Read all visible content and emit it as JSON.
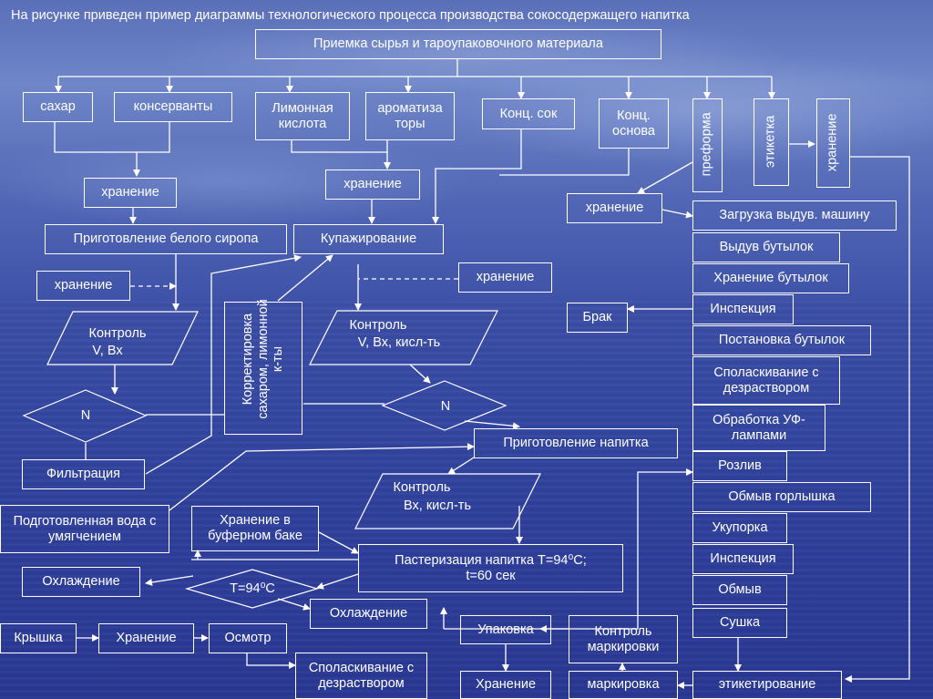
{
  "title": "На рисунке приведен пример диаграммы технологического процесса производства сокосодержащего напитка",
  "nodes": {
    "priemka": "Приемка сырья и тароупаковочного материала",
    "sahar": "сахар",
    "konservanty": "консерванты",
    "limonnaya": "Лимонная кислота",
    "aromatizatory": "ароматиза торы",
    "konc_sok": "Конц. сок",
    "konc_osnova": "Конц. основа",
    "preforma": "преформа",
    "etiketka": "этикетка",
    "hranenie_top_right": "хранение",
    "hranenie_1": "хранение",
    "hranenie_2": "хранение",
    "hranenie_3": "хранение",
    "hranenie_4": "хранение",
    "hranenie_5": "хранение",
    "belyi_sirop": "Приготовление белого сиропа",
    "kupazhirovanie": "Купажирование",
    "kontrol_1_line1": "Контроль",
    "kontrol_1_line2": "V, Вх",
    "kontrol_2_line1": "Контроль",
    "kontrol_2_line2": "V, Вх, кисл-ть",
    "kontrol_3_line1": "Контроль",
    "kontrol_3_line2": "Вх, кисл-ть",
    "n_1": "N",
    "n_2": "N",
    "korrektirovka": "Корректировка сахаром, лимонной к-ты",
    "filtraciya": "Фильтрация",
    "voda": "Подготовленная вода с умягчением",
    "prigotovlenie_napitka": "Приготовление напитка",
    "hranenie_bufer": "Хранение в буферном баке",
    "pasterizaciya_line1": "Пастеризация напитка Т=94⁰С;",
    "pasterizaciya_line2": "t=60 сек",
    "ohlazhdenie_1": "Охлаждение",
    "ohlazhdenie_2": "Охлаждение",
    "t94": "Т=94⁰С",
    "kryshka": "Крышка",
    "hranenie_kryshki": "Хранение",
    "osmotr": "Осмотр",
    "opolaskivanie_2": "Споласкивание с дезраствором",
    "upakovka": "Упаковка",
    "kontrol_markirovki": "Контроль маркировки",
    "hranenie_final": "Хранение",
    "markirovka": "маркировка",
    "etiketirovanie": "этикетирование",
    "zagruzka": "Загрузка выдув. машину",
    "vyduv": "Выдув бутылок",
    "hranenie_butylok": "Хранение бутылок",
    "inspekciya_1": "Инспекция",
    "brak": "Брак",
    "postanovka": "Постановка бутылок",
    "opolaskivanie_1": "Споласкивание с дезраствором",
    "obrabotka_uf": "Обработка УФ-лампами",
    "rozliv": "Розлив",
    "obmyv_gorlyshka": "Обмыв горлышка",
    "ukuporka": "Укупорка",
    "inspekciya_2": "Инспекция",
    "obmyv": "Обмыв",
    "sushka": "Сушка"
  }
}
